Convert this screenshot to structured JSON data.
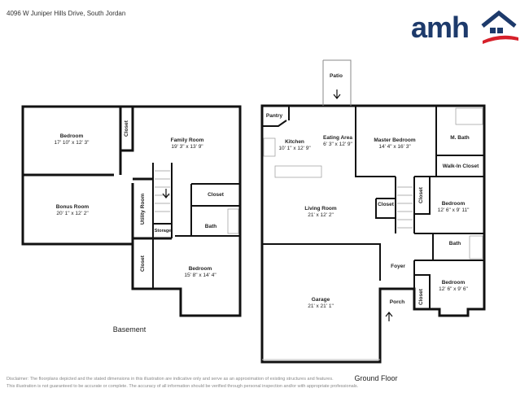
{
  "address": "4096 W Juniper Hills Drive, South Jordan",
  "logo": {
    "text": "amh",
    "brand_color": "#1d3a6b",
    "accent_color": "#d6202a"
  },
  "basement": {
    "label": "Basement",
    "rooms": [
      {
        "name": "Bedroom",
        "dims": "17' 10\" x 12' 3\""
      },
      {
        "name": "Closet"
      },
      {
        "name": "Family Room",
        "dims": "19' 3\" x 13' 9\""
      },
      {
        "name": "Bonus Room",
        "dims": "20' 1\" x 12' 2\""
      },
      {
        "name": "Utility Room"
      },
      {
        "name": "Closet"
      },
      {
        "name": "Bath"
      },
      {
        "name": "Storage"
      },
      {
        "name": "Closet"
      },
      {
        "name": "Bedroom",
        "dims": "15' 8\" x 14' 4\""
      }
    ]
  },
  "ground": {
    "label": "Ground Floor",
    "rooms": [
      {
        "name": "Patio"
      },
      {
        "name": "Pantry"
      },
      {
        "name": "Kitchen",
        "dims": "10' 1\" x 12' 9\""
      },
      {
        "name": "Eating Area",
        "dims": "6' 3\" x 12' 9\""
      },
      {
        "name": "Master Bedroom",
        "dims": "14' 4\" x 16' 3\""
      },
      {
        "name": "M. Bath"
      },
      {
        "name": "Walk-In Closet"
      },
      {
        "name": "Living Room",
        "dims": "21' x 12' 2\""
      },
      {
        "name": "Closet"
      },
      {
        "name": "Closet"
      },
      {
        "name": "Bedroom",
        "dims": "12' 6\" x 9' 11\""
      },
      {
        "name": "Bath"
      },
      {
        "name": "Foyer"
      },
      {
        "name": "Garage",
        "dims": "21' x 21' 1\""
      },
      {
        "name": "Porch"
      },
      {
        "name": "Closet"
      },
      {
        "name": "Bedroom",
        "dims": "12' 6\" x 9' 6\""
      }
    ]
  },
  "disclaimer": [
    "Disclaimer: The floorplans depicted and the stated dimensions in this illustration are indicative only and serve as an approximation of existing structures and features.",
    "This illustration is not guaranteed to be accurate or complete. The accuracy of all information should be verified through personal inspection and/or with appropriate professionals."
  ]
}
